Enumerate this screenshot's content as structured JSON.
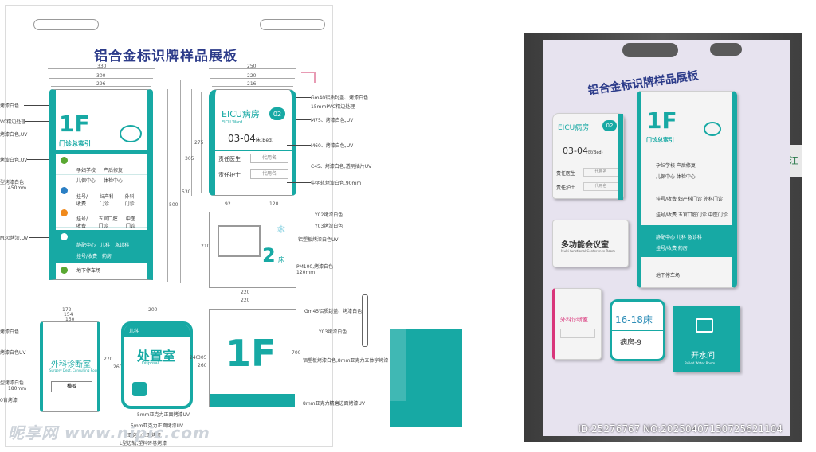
{
  "sheet": {
    "title": "铝合金标识牌样品展板",
    "directory_sign": {
      "floor": "1F",
      "name": "门诊总索引",
      "rows": [
        {
          "badge": "",
          "items": [
            "孕妇学校",
            "产后修复"
          ]
        },
        {
          "badge": "",
          "items": [
            "儿保中心",
            "体检中心"
          ]
        },
        {
          "badge": "",
          "items": [
            "挂号/收费",
            "妇产科门诊",
            "外科门诊"
          ]
        },
        {
          "badge": "",
          "items": [
            "挂号/收费",
            "五官口腔门诊",
            "中医门诊"
          ]
        },
        {
          "badge": "",
          "items": [
            "静配中心",
            "儿科",
            "急诊科"
          ]
        },
        {
          "badge": "",
          "items": [
            "挂号/收费",
            "药房"
          ]
        },
        {
          "badge": "",
          "items": [
            "地下停车场"
          ]
        }
      ],
      "dims": {
        "top": [
          "330",
          "300",
          "296"
        ],
        "side": [
          "500",
          "530"
        ]
      }
    },
    "ward_sign": {
      "title": "EICU病房",
      "subtitle": "EICU Ward",
      "badge": "02",
      "bed": "03-04",
      "bed_suffix": "床(Bed)",
      "rows": [
        {
          "label": "责任医生",
          "value": "代用名"
        },
        {
          "label": "责任护士",
          "value": "代用名"
        }
      ],
      "dims": {
        "top": [
          "250",
          "220",
          "216"
        ],
        "side": [
          "305",
          "275"
        ],
        "bottom": [
          "92",
          "120"
        ]
      }
    },
    "door_sign": {
      "number": "2",
      "suffix": "床",
      "dims": {
        "side": "210",
        "bottom": [
          "220",
          "220"
        ]
      }
    },
    "clinic_sign": {
      "title": "外科诊断室",
      "subtitle": "Surgery Dept. Consulting Room",
      "slot": "横板",
      "dims": {
        "top": [
          "172",
          "154",
          "150"
        ],
        "side": [
          "270",
          "260"
        ]
      }
    },
    "disposal_sign": {
      "dept": "儿科",
      "title": "处置室",
      "subtitle": "Disposal",
      "dims": {
        "top": "200",
        "side": [
          "260",
          "240"
        ]
      }
    },
    "floor_sign": {
      "floor": "1F",
      "dims": {
        "side": [
          "305",
          "700"
        ],
        "top": [
          "220",
          "220"
        ]
      }
    },
    "notes": [
      "烤漆白色",
      "VC精边处理",
      "烤漆白色,UV",
      "烤漆白色,UV",
      "型烤漆白色",
      "450mm",
      "M30烤漆,UV",
      "Gm40铝质封盖、烤漆白色",
      "15mmPVC精边处理",
      "M75、烤漆白色,UV",
      "M60、烤漆白色,UV",
      "C45、烤漆白色,透明插片UV",
      "中明轨烤漆白色,90mm",
      "Y02烤漆白色",
      "Y03烤漆白色",
      "铝塑板烤漆白色UV",
      "PM100,烤漆白色",
      "120mm",
      "Gm45铝质封盖、烤漆白色",
      "Y03烤漆白色",
      "铝塑板烤漆白色,8mm亚克力立体字烤漆",
      "8mm亚克力精磨边面烤漆UV",
      "烤漆白色",
      "烤漆白色UV",
      "型烤漆白色",
      "180mm",
      "0背烤漆",
      "5mm亚克力正面烤漆UV",
      "5mm亚克力正面烤漆UV",
      "亚克力正面烤漆",
      "L型边轨,塑料砖卷烤漆"
    ]
  },
  "photo": {
    "title": "铝合金标识牌样品展板",
    "ward": {
      "title": "EICU病房",
      "badge": "02",
      "bed": "03-04",
      "bed_suffix": "床(Bed)",
      "rows": [
        "责任医生",
        "责任护士"
      ],
      "values": [
        "代用名",
        "代用名"
      ]
    },
    "directory": {
      "floor": "1F",
      "name": "门诊总索引",
      "rows": [
        "孕妇学校 产后修复",
        "儿保中心 体检中心",
        "挂号/收费 妇产科门诊 外科门诊",
        "挂号/收费 五官口腔门诊 中医门诊",
        "静配中心 儿科 急诊科",
        "挂号/收费 药房",
        "地下停车场"
      ]
    },
    "meeting": {
      "title": "多功能会议室",
      "subtitle": "Multi-functional Conference Room"
    },
    "clinic": {
      "title": "外科诊断室"
    },
    "bed_sign": {
      "number": "16-18床",
      "room": "病房-9"
    },
    "water": {
      "title": "开水间",
      "subtitle": "Boiled Water Room"
    },
    "wall_text": "江"
  },
  "id_label": "ID:25276767 NO:20250407150725621104",
  "watermark": "昵享网 www.nipic.com",
  "colors": {
    "teal": "#17a9a4",
    "navy": "#2d3c8a",
    "pink": "#d9357a"
  }
}
